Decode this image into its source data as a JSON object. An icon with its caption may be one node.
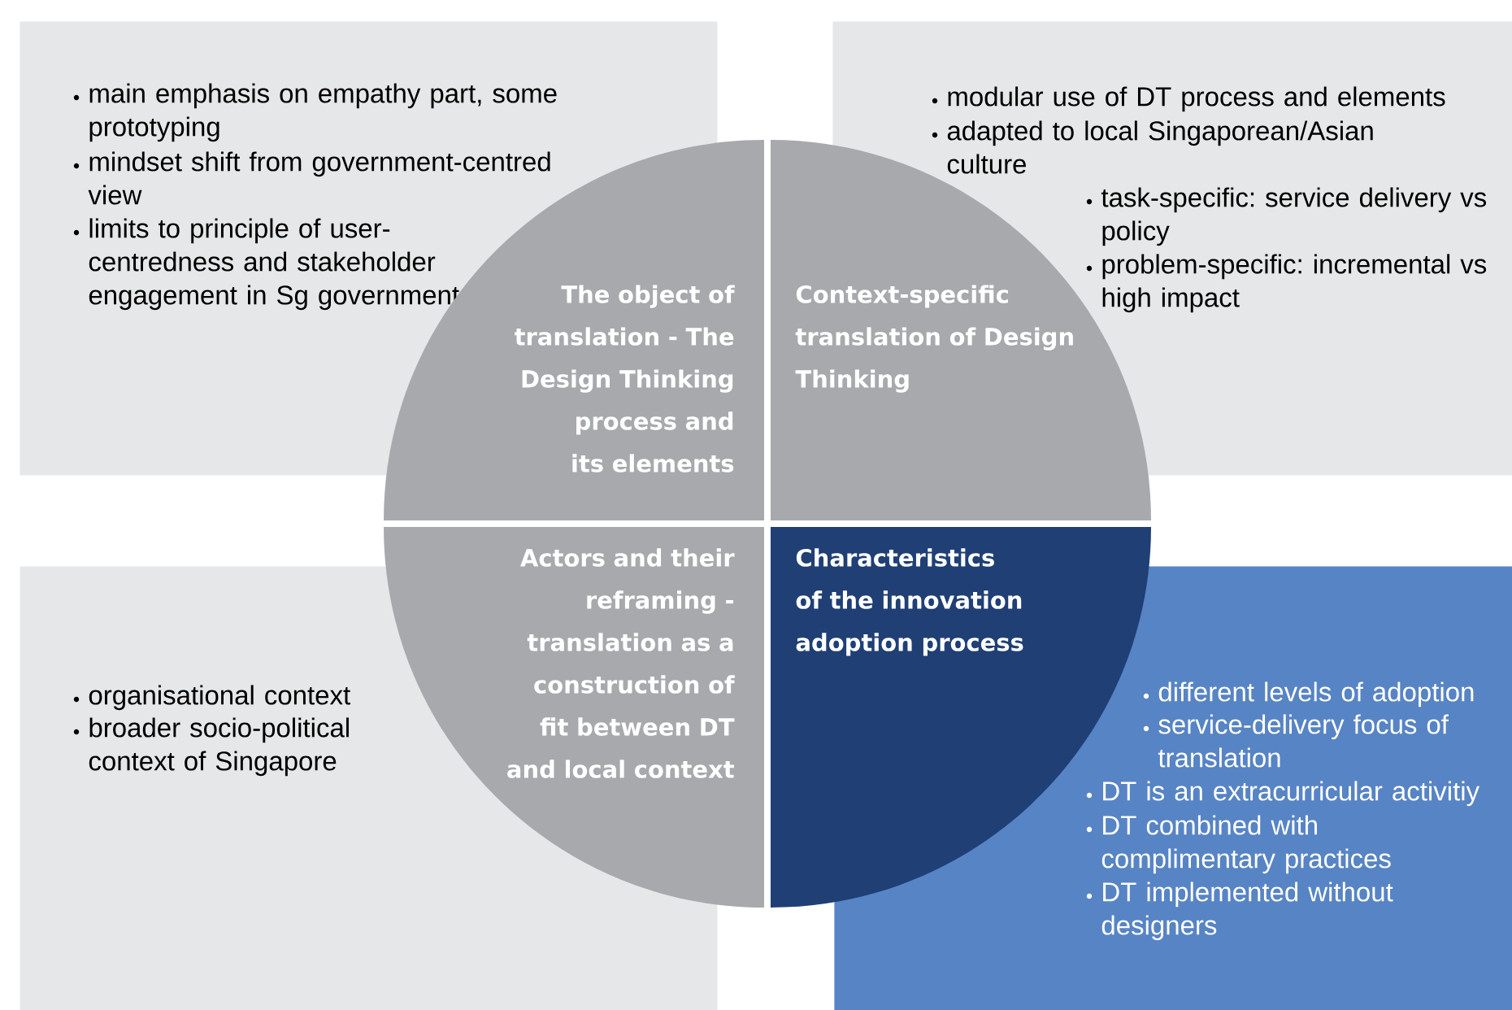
{
  "diagram": {
    "nodes": [
      {
        "text": [
          "main emphasis on empathy part, some prototyping",
          "mindset shift from government-centred view",
          "limits to principle of user-centredness and stakeholder engagement in Sg government"
        ]
      },
      {
        "text": [
          "modular use of DT process and elements",
          "adapted to local Singaporean/Asian culture",
          "task-specific: service delivery vs policy",
          "problem-specific: incremental vs high impact"
        ]
      },
      {
        "text": [
          "organisational context",
          "broader socio-political context of Singapore"
        ]
      },
      {
        "text": [
          "different levels of adoption",
          "service-delivery focus of translation",
          "DT is an extracurricular activitiy",
          "DT combined with complimentary practices",
          "DT implemented without designers"
        ]
      },
      {
        "text": [
          "The object of translation -  The Design Thinking process and its elements"
        ]
      },
      {
        "text": [
          "Context-specific translation of Design Thinking"
        ]
      },
      {
        "text": [
          "Actors and their reframing - translation as a construction of fit between DT and local context"
        ]
      },
      {
        "text": [
          "Characteristics of the innovation adoption process"
        ]
      }
    ]
  }
}
